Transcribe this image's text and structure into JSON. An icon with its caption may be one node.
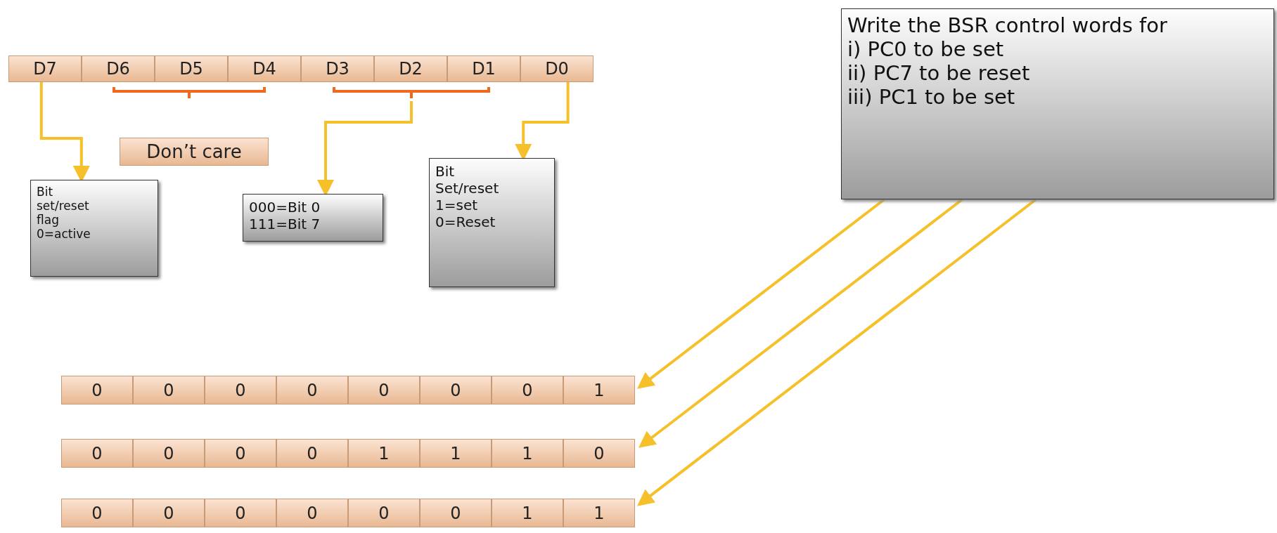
{
  "diagram": {
    "nodes": [
      {
        "text": [
          "D7"
        ]
      },
      {
        "text": [
          "D6"
        ]
      },
      {
        "text": [
          "D5"
        ]
      },
      {
        "text": [
          "D4"
        ]
      },
      {
        "text": [
          "D3"
        ]
      },
      {
        "text": [
          "D2"
        ]
      },
      {
        "text": [
          "D1"
        ]
      },
      {
        "text": [
          "D0"
        ]
      },
      {
        "text": [],
        "shape": "bracket"
      },
      {
        "text": [],
        "shape": "bracket"
      },
      {
        "text": [
          "Don’t care"
        ]
      },
      {
        "text": [
          "Bit set/reset flag",
          "0=active"
        ]
      },
      {
        "text": [
          "000=Bit 0",
          "111=Bit 7"
        ]
      },
      {
        "text": [
          "Bit Set/reset",
          "1=set",
          "0=Reset"
        ]
      },
      {
        "text": [
          "Write the BSR control words for",
          "i) PC0 to be set",
          "ii) PC7 to be reset",
          "iii) PC1 to be set"
        ]
      },
      {
        "text": [
          "0"
        ]
      },
      {
        "text": [
          "0"
        ]
      },
      {
        "text": [
          "0"
        ]
      },
      {
        "text": [
          "0"
        ]
      },
      {
        "text": [
          "0"
        ]
      },
      {
        "text": [
          "0"
        ]
      },
      {
        "text": [
          "0"
        ]
      },
      {
        "text": [
          "1"
        ]
      },
      {
        "text": [
          "0"
        ]
      },
      {
        "text": [
          "0"
        ]
      },
      {
        "text": [
          "0"
        ]
      },
      {
        "text": [
          "0"
        ]
      },
      {
        "text": [
          "1"
        ]
      },
      {
        "text": [
          "1"
        ]
      },
      {
        "text": [
          "1"
        ]
      },
      {
        "text": [
          "0"
        ]
      },
      {
        "text": [
          "0"
        ]
      },
      {
        "text": [
          "0"
        ]
      },
      {
        "text": [
          "0"
        ]
      },
      {
        "text": [
          "0"
        ]
      },
      {
        "text": [
          "0"
        ]
      },
      {
        "text": [
          "0"
        ]
      },
      {
        "text": [
          "1"
        ]
      },
      {
        "text": [
          "1"
        ]
      }
    ],
    "edges": [
      {
        "from": 0,
        "to": 11,
        "arrow": "to"
      },
      {
        "from": 9,
        "to": 12,
        "arrow": "to"
      },
      {
        "from": 7,
        "to": 13,
        "arrow": "to"
      },
      {
        "from": 14,
        "to": 22,
        "arrow": "to"
      },
      {
        "from": 14,
        "to": 30,
        "arrow": "to"
      },
      {
        "from": 14,
        "to": 38,
        "arrow": "to"
      }
    ]
  }
}
